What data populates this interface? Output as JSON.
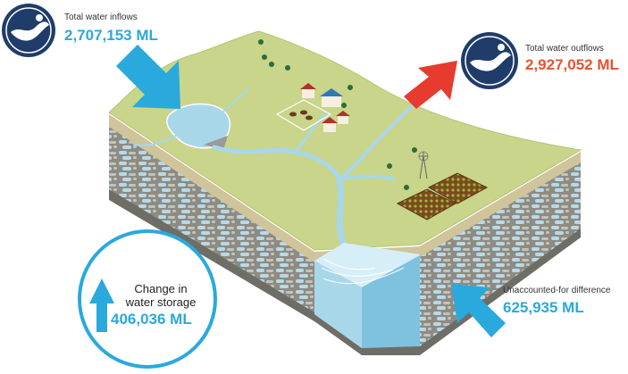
{
  "inflows": {
    "label": "Total water inflows",
    "value": "2,707,153 ML"
  },
  "outflows": {
    "label": "Total water outflows",
    "value": "2,927,052 ML"
  },
  "storage": {
    "label_line1": "Change in",
    "label_line2": "water storage",
    "value": "406,036 ML"
  },
  "unaccounted": {
    "label": "Unaccounted-for difference",
    "value": "625,935 ML"
  },
  "colors": {
    "blue": "#2aa9dd",
    "red": "#e63b2e",
    "navy": "#1f3c6a",
    "orange": "#e8532e",
    "grass": "#c8d58a",
    "soil": "#cfc49a",
    "rock": "#8a8a82",
    "water": "#a9d7ea"
  },
  "icons": [
    "water-cycle-badge-icon",
    "up-arrow-icon",
    "down-right-arrow-icon",
    "up-right-arrow-icon",
    "up-left-arrow-icon"
  ]
}
